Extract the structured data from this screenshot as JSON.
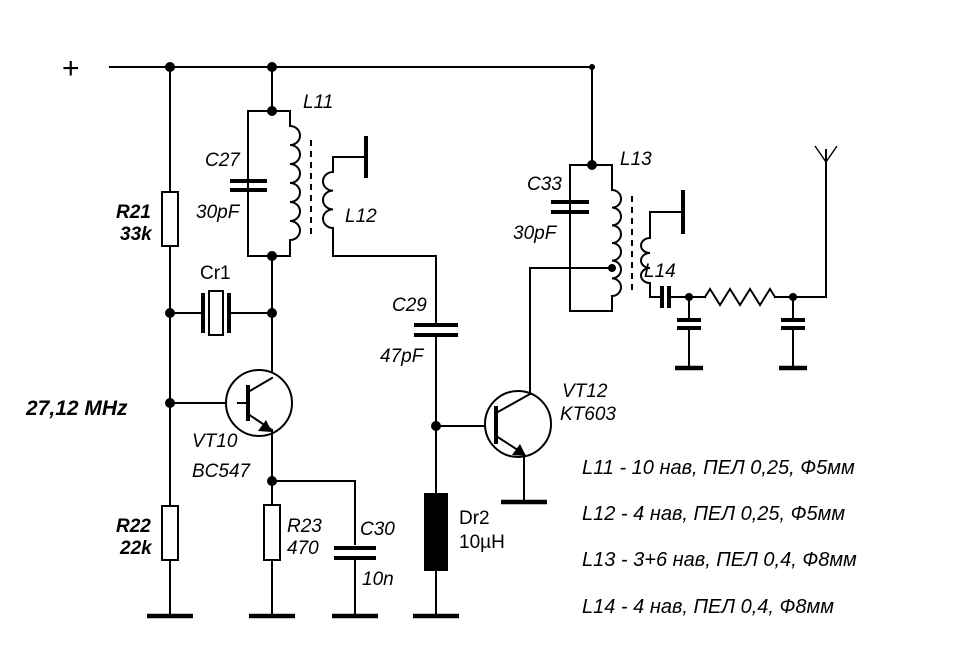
{
  "supply": {
    "plus": "+"
  },
  "frequency": "27,12 MHz",
  "components": {
    "r21": {
      "ref": "R21",
      "value": "33k"
    },
    "r22": {
      "ref": "R22",
      "value": "22k"
    },
    "r23": {
      "ref": "R23",
      "value": "470"
    },
    "c27": {
      "ref": "C27",
      "value": "30pF"
    },
    "c29": {
      "ref": "C29",
      "value": "47pF"
    },
    "c30": {
      "ref": "C30",
      "value": "10n"
    },
    "c33": {
      "ref": "C33",
      "value": "30pF"
    },
    "cr1": {
      "ref": "Cr1"
    },
    "l11": {
      "ref": "L11"
    },
    "l12": {
      "ref": "L12"
    },
    "l13": {
      "ref": "L13"
    },
    "l14": {
      "ref": "L14"
    },
    "vt10": {
      "ref": "VT10",
      "type": "BC547"
    },
    "vt12": {
      "ref": "VT12",
      "type": "KT603"
    },
    "dr2": {
      "ref": "Dr2",
      "value": "10µH"
    }
  },
  "coil_notes": [
    "L11 - 10 нав, ПЕЛ 0,25, Ф5мм",
    "L12 - 4 нав, ПЕЛ 0,25, Ф5мм",
    "L13 - 3+6 нав, ПЕЛ 0,4, Ф8мм",
    "L14 - 4 нав, ПЕЛ 0,4, Ф8мм"
  ]
}
